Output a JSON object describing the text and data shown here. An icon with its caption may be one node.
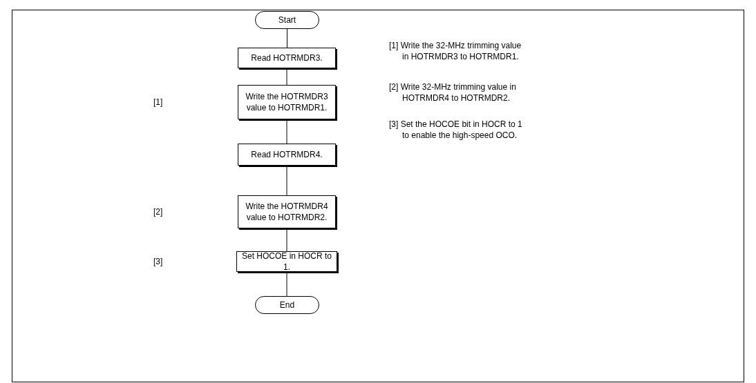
{
  "diagram": {
    "nodes": [
      {
        "text": [
          "Start"
        ]
      },
      {
        "text": [
          "Read HOTRMDR3."
        ]
      },
      {
        "text": [
          "Write the HOTRMDR3 value to HOTRMDR1."
        ]
      },
      {
        "text": [
          "Read HOTRMDR4."
        ]
      },
      {
        "text": [
          "Write the HOTRMDR4 value to HOTRMDR2."
        ]
      },
      {
        "text": [
          "Set HOCOE in HOCR to 1."
        ]
      },
      {
        "text": [
          "End"
        ]
      }
    ],
    "edges": [
      {
        "from": 0,
        "to": 1,
        "arrow": "none"
      },
      {
        "from": 1,
        "to": 2,
        "arrow": "none"
      },
      {
        "from": 2,
        "to": 3,
        "arrow": "none"
      },
      {
        "from": 3,
        "to": 4,
        "arrow": "none"
      },
      {
        "from": 4,
        "to": 5,
        "arrow": "none"
      },
      {
        "from": 5,
        "to": 6,
        "arrow": "none"
      }
    ],
    "labels": [
      "[1] Write the 32-MHz trimming value in HOTRMDR3 to HOTRMDR1.",
      "[2] Write 32-MHz trimming value in HOTRMDR4 to HOTRMDR2.",
      "[1]",
      "[3] Set the HOCOE bit in HOCR to 1 to enable the high-speed OCO.",
      "[2]",
      "[3]"
    ]
  }
}
